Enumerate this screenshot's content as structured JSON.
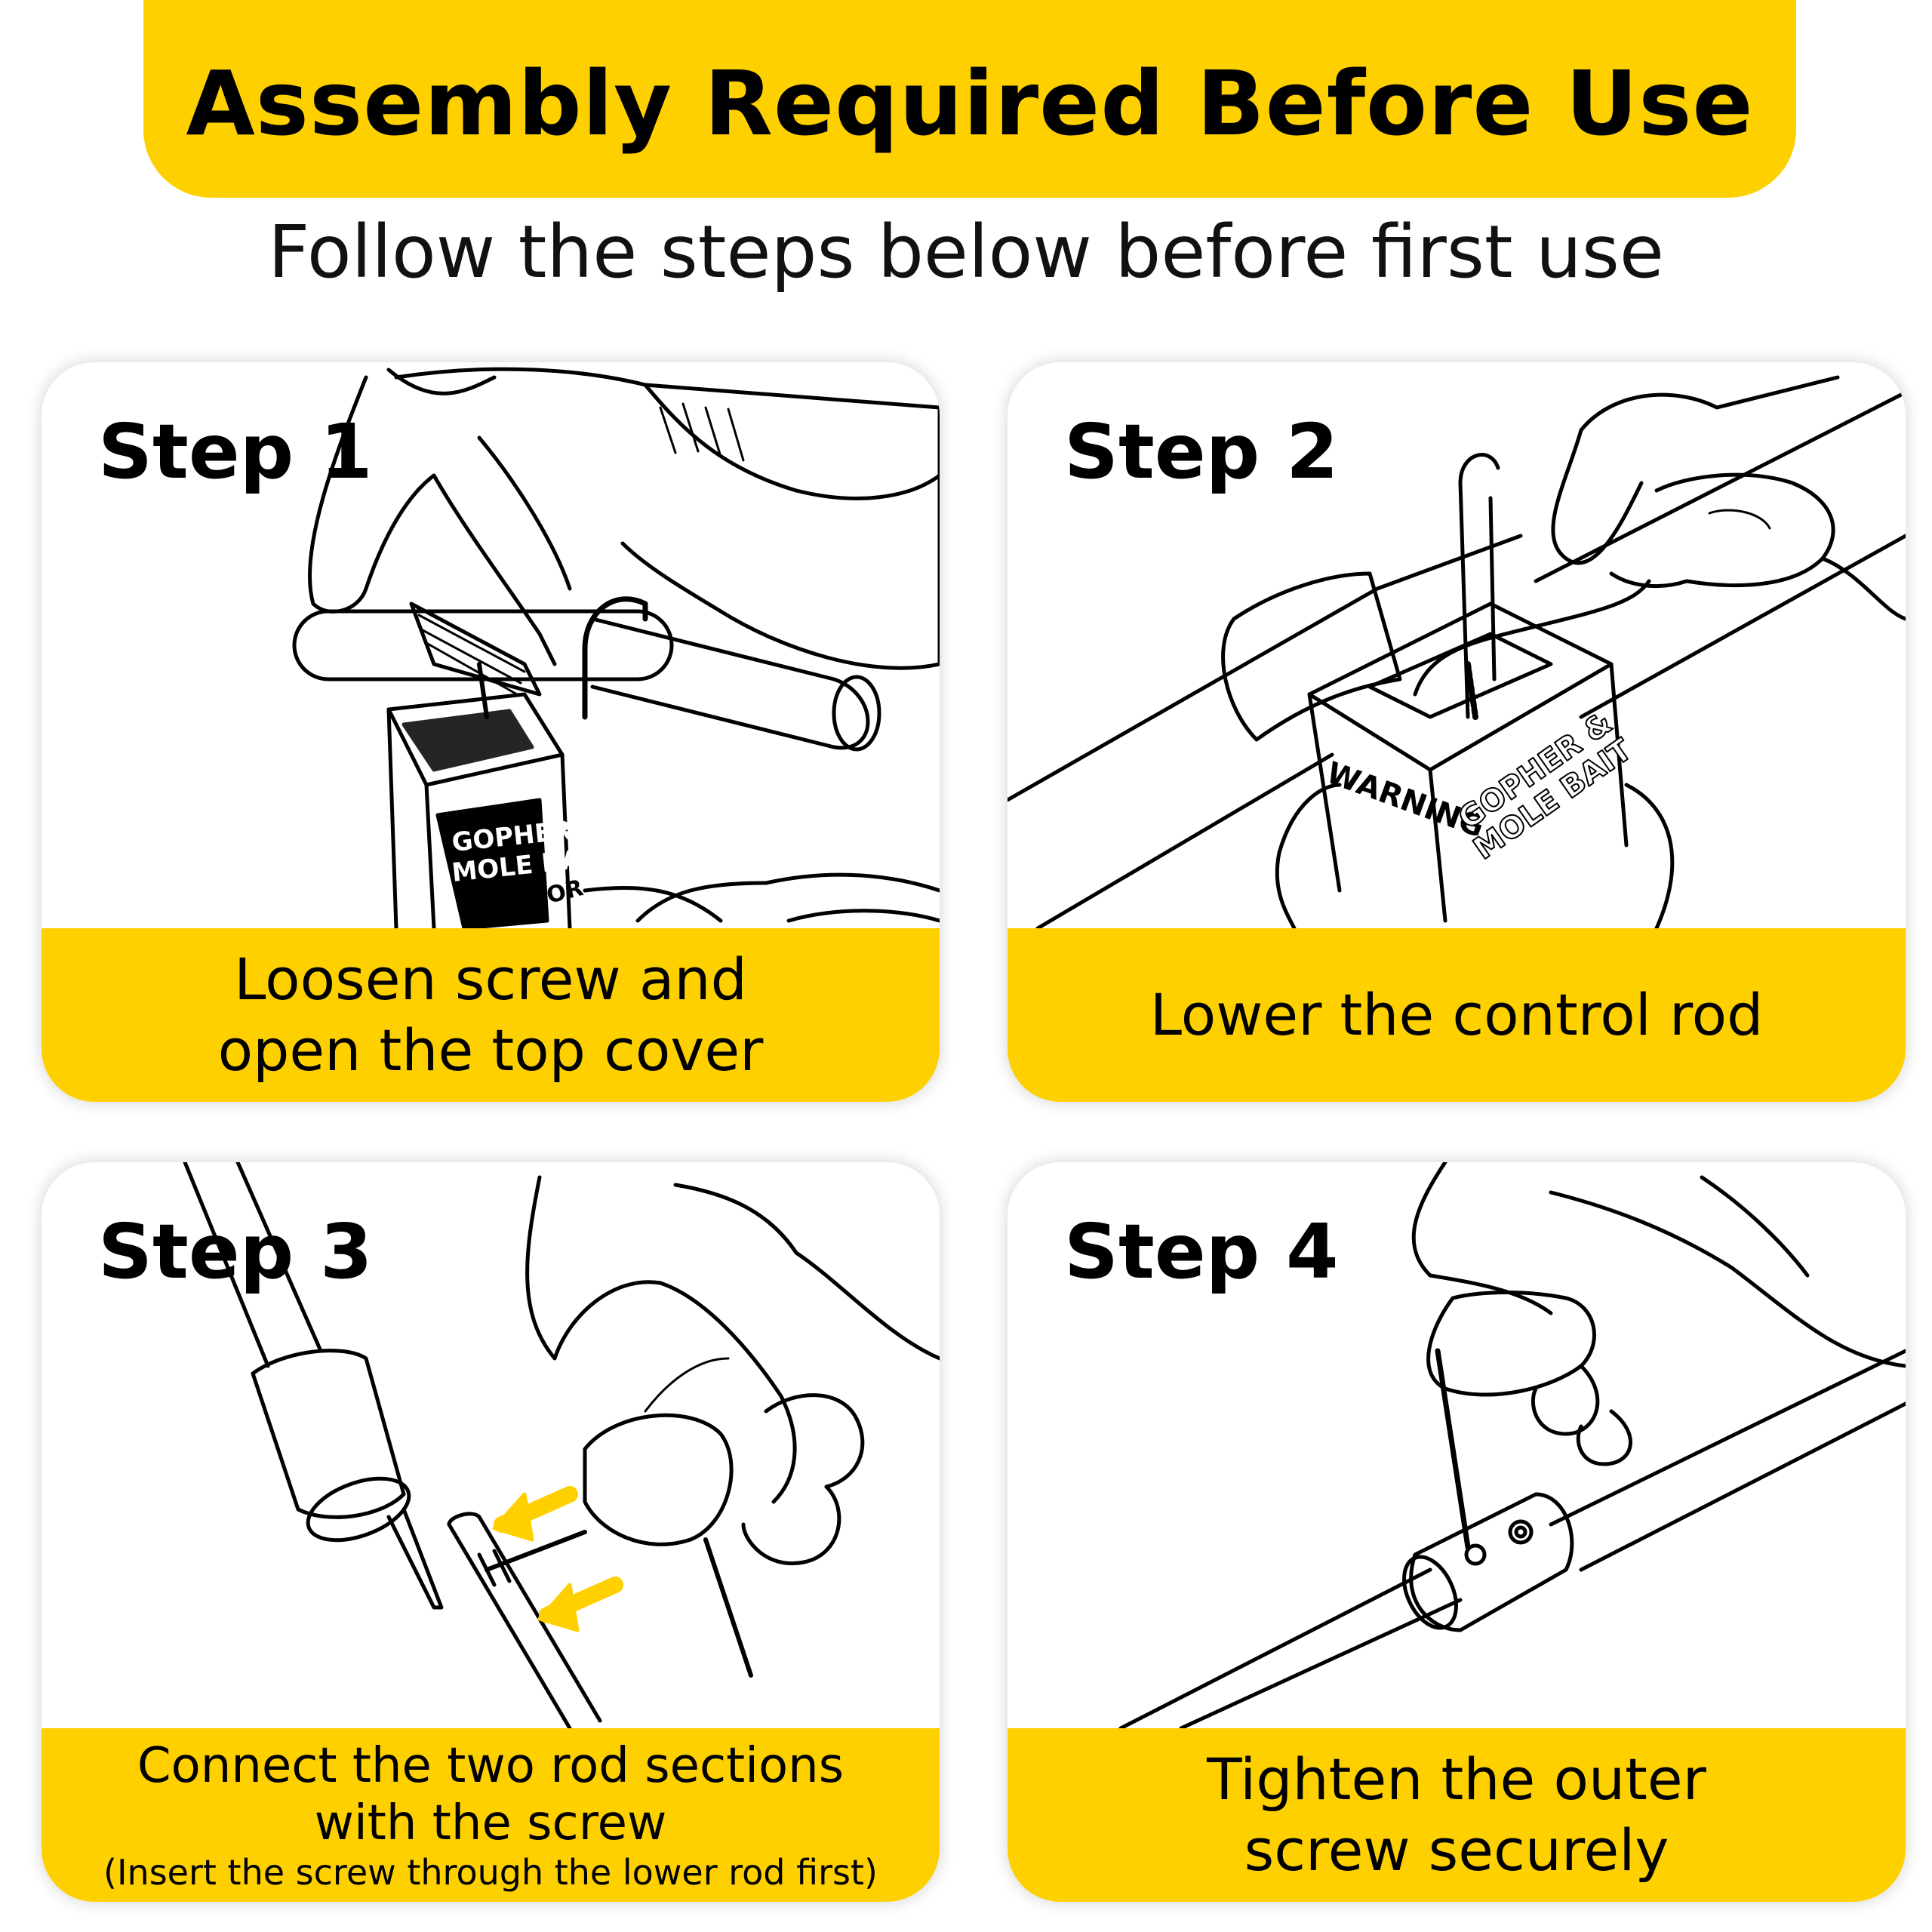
{
  "header": {
    "title": "Assembly Required Before Use",
    "subtitle": "Follow the steps below before first use"
  },
  "colors": {
    "accent": "#FFD000",
    "text": "#000000",
    "card_bg": "#FFFFFF"
  },
  "steps": [
    {
      "label": "Step 1",
      "caption_lines": [
        "Loosen screw and",
        "open the top cover"
      ],
      "note": "",
      "box_text": [
        "GOPHER &",
        "MOLE BAIT",
        "PLICATOR"
      ]
    },
    {
      "label": "Step 2",
      "caption_lines": [
        "Lower the control rod"
      ],
      "note": "",
      "box_text": [
        "WARNING",
        "GOPHER &",
        "MOLE BAIT"
      ]
    },
    {
      "label": "Step 3",
      "caption_lines": [
        "Connect the two rod sections",
        "with the screw"
      ],
      "note": "(Insert the screw through the lower rod first)"
    },
    {
      "label": "Step 4",
      "caption_lines": [
        "Tighten the outer",
        "screw securely"
      ],
      "note": ""
    }
  ]
}
